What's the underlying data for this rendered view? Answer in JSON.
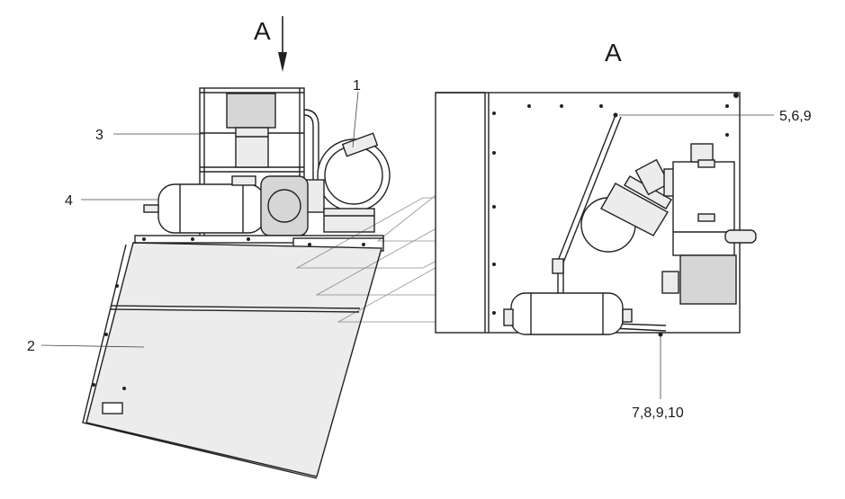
{
  "view": {
    "arrow_label": "A",
    "view_title": "A"
  },
  "callouts": [
    {
      "id": "c1",
      "text": "1"
    },
    {
      "id": "c2",
      "text": "2"
    },
    {
      "id": "c3",
      "text": "3"
    },
    {
      "id": "c4",
      "text": "4"
    },
    {
      "id": "c569",
      "text": "5,6,9"
    },
    {
      "id": "c78910",
      "text": "7,8,9,10"
    }
  ],
  "colors": {
    "line": "#222222",
    "panel_fill": "#ececec",
    "background": "#ffffff"
  }
}
